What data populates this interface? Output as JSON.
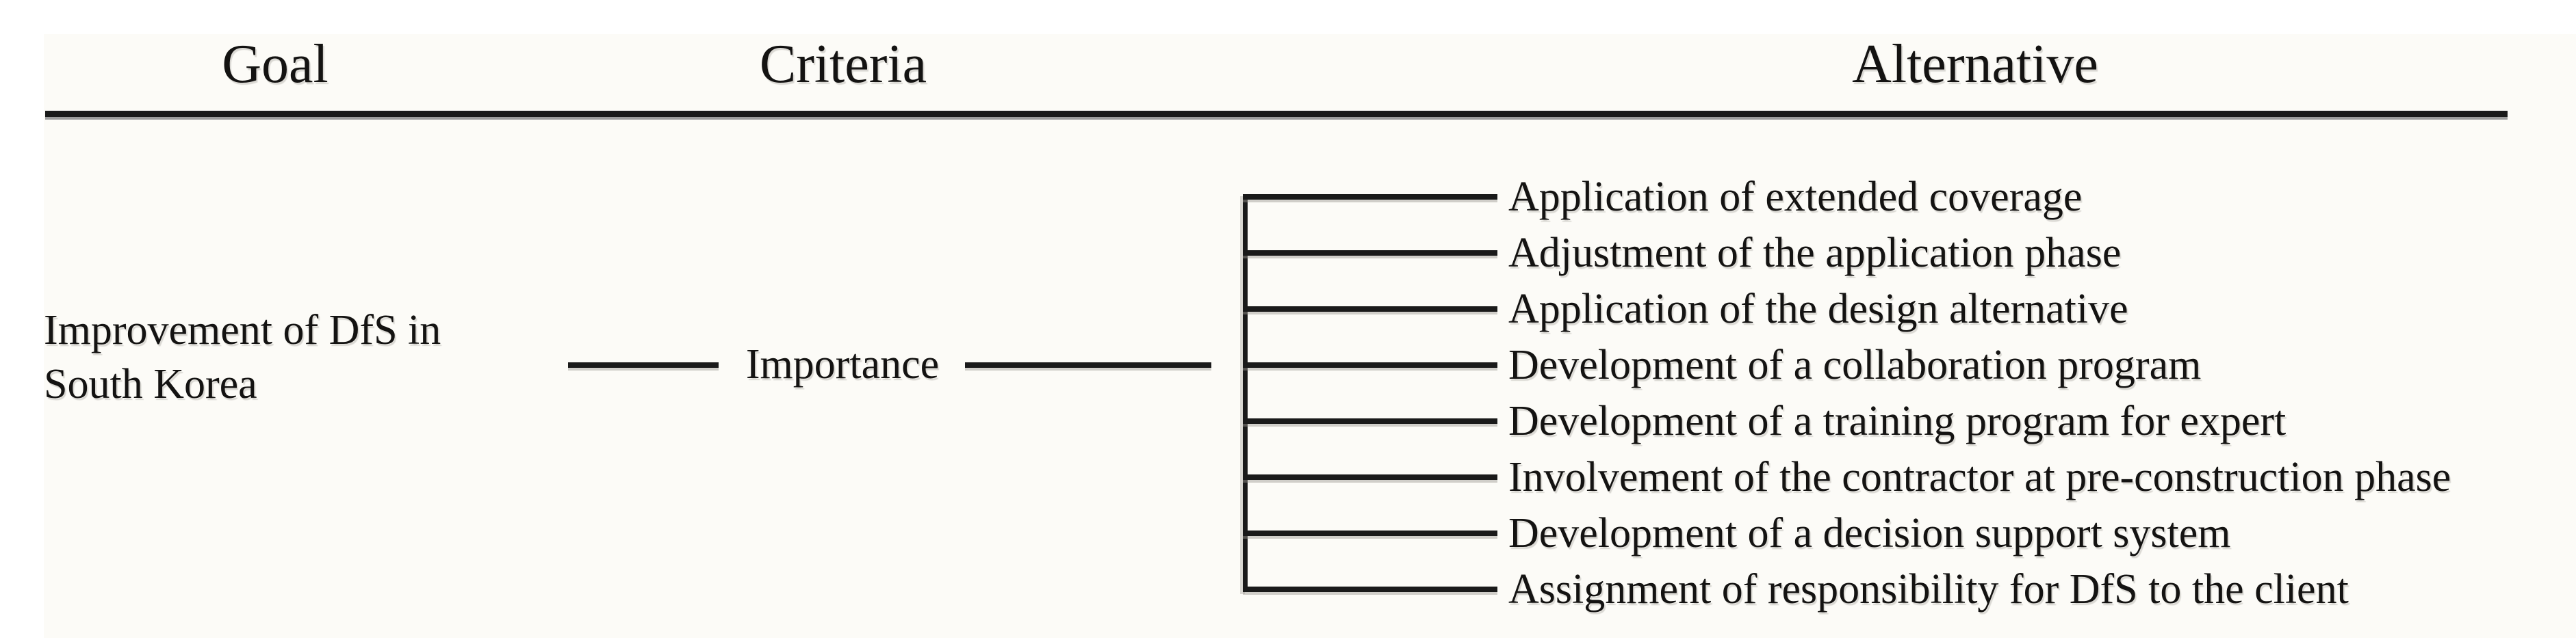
{
  "figure": {
    "columns": [
      {
        "label": "Goal"
      },
      {
        "label": "Criteria"
      },
      {
        "label": "Alternative"
      }
    ],
    "goal": {
      "label": "Improvement of DfS in\nSouth Korea"
    },
    "criteria": {
      "label": "Importance"
    },
    "alternatives": [
      "Application of extended coverage",
      "Adjustment of the application phase",
      "Application of the design alternative",
      "Development of a collaboration program",
      "Development of a training program for expert",
      "Involvement of the contractor at pre-construction phase",
      "Development of a decision support system",
      "Assignment of responsibility for DfS to the client"
    ],
    "colors": {
      "background": "#ffffff",
      "panel_background": "#fcfbf7",
      "text": "#141312",
      "line": "#1a1a1a",
      "rule_shadow": "#9c9c9c"
    }
  }
}
